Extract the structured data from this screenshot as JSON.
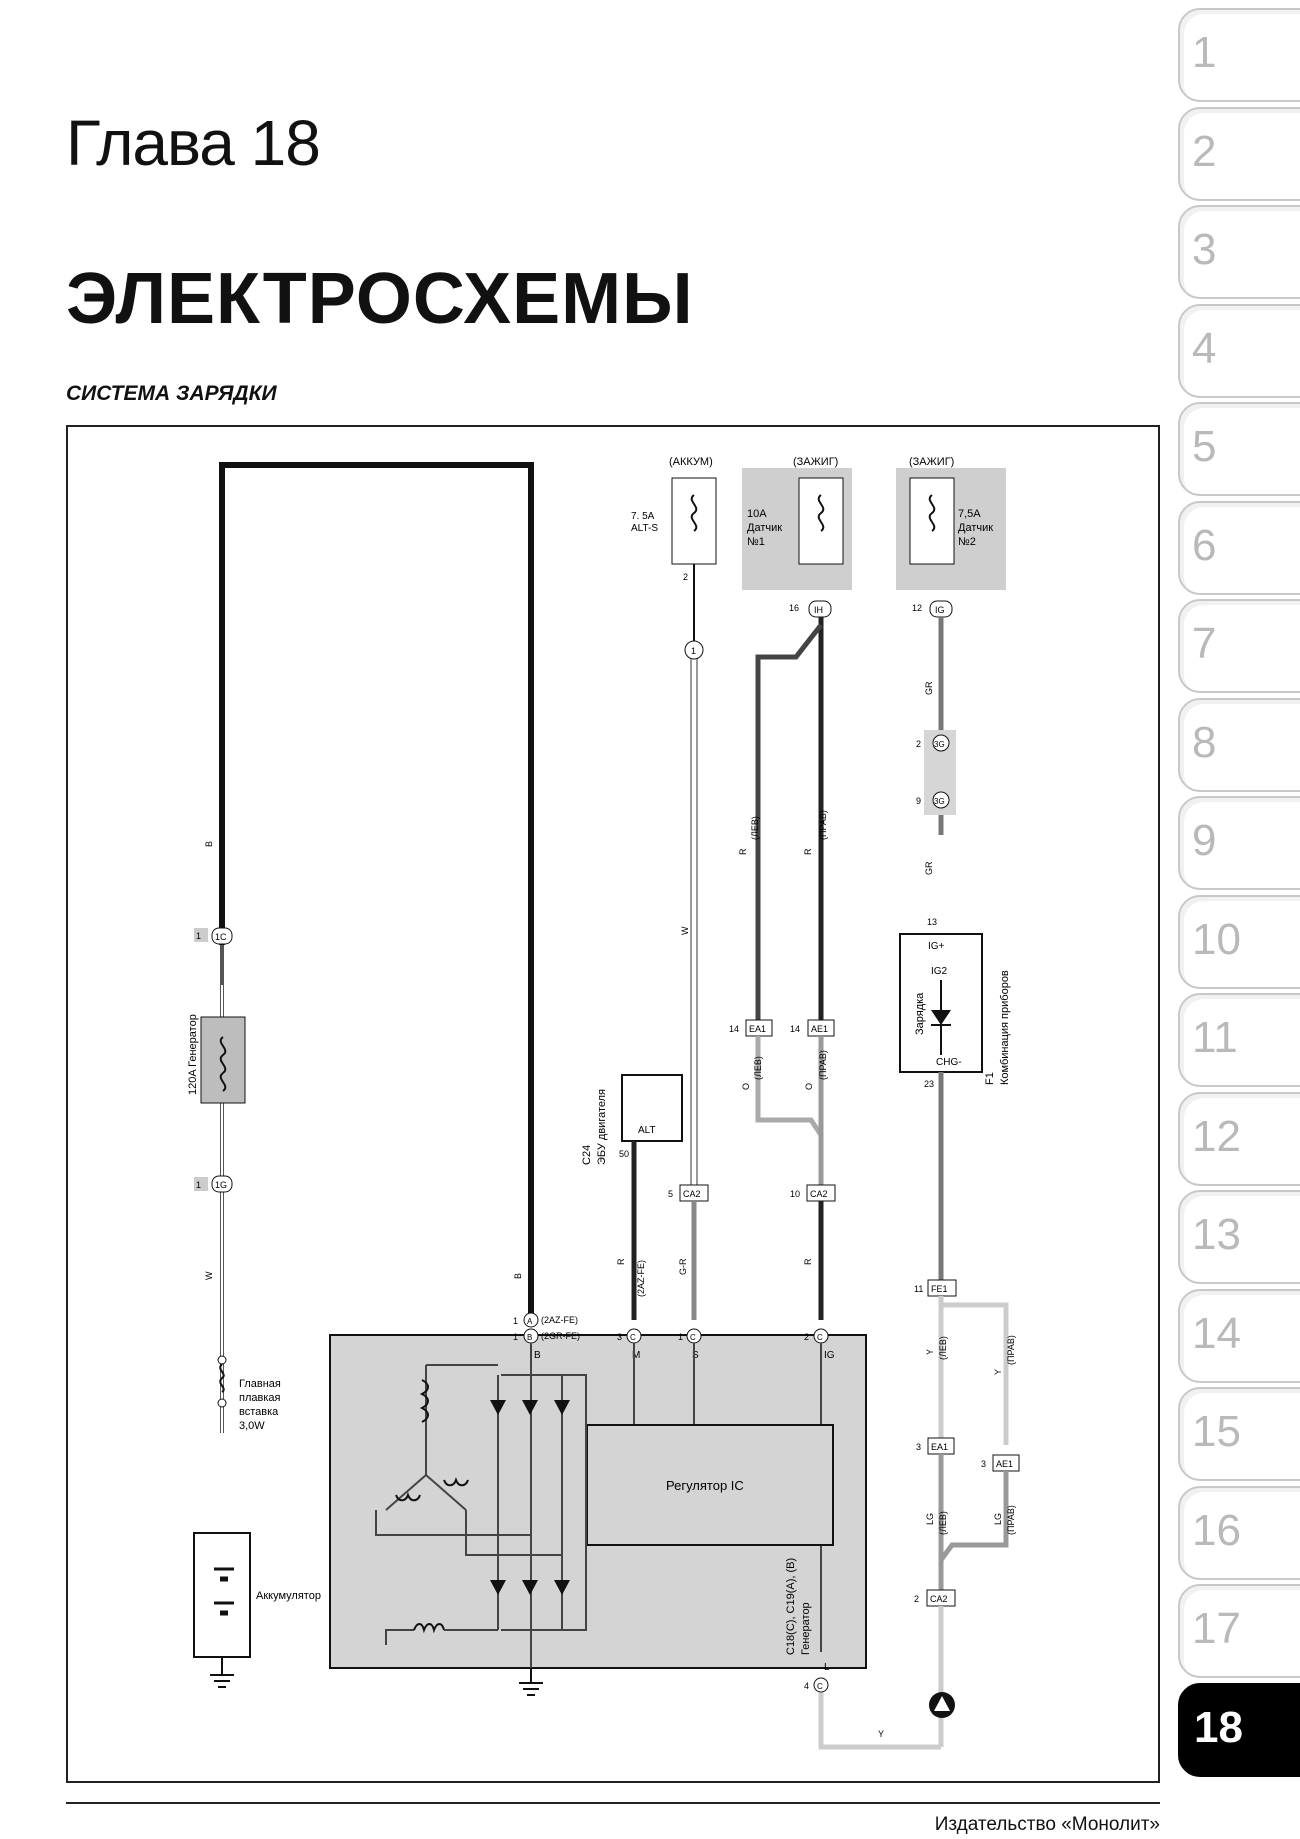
{
  "page": {
    "chapter": "Глава 18",
    "title": "ЭЛЕКТРОСХЕМЫ",
    "section": "СИСТЕМА ЗАРЯДКИ",
    "publisher": "Издательство «Монолит»"
  },
  "tabs": [
    "1",
    "2",
    "3",
    "4",
    "5",
    "6",
    "7",
    "8",
    "9",
    "10",
    "11",
    "12",
    "13",
    "14",
    "15",
    "16",
    "17",
    "18"
  ],
  "active_tab": "18",
  "diagram": {
    "fuse_headers": {
      "akkum": "(АККУМ)",
      "zazhig1": "(ЗАЖИГ)",
      "zazhig2": "(ЗАЖИГ)"
    },
    "fuse_alt": {
      "rating": "7. 5A",
      "name": "ALT-S",
      "pin": "2"
    },
    "fuse_gauge1": {
      "l1": "10A",
      "l2": "Датчик",
      "l3": "№1",
      "pin": "16",
      "conn": "IH"
    },
    "fuse_gauge2": {
      "l1": "7,5A",
      "l2": "Датчик",
      "l3": "№2",
      "pin": "12",
      "conn": "IG"
    },
    "generator_fuse": "120A Генератор",
    "fusible_link": {
      "l1": "Главная",
      "l2": "плавкая",
      "l3": "вставка",
      "l4": "3,0W"
    },
    "battery": "Аккумулятор",
    "ecu": {
      "code": "C24",
      "name": "ЭБУ двигателя",
      "term": "ALT",
      "pin": "50"
    },
    "combo": {
      "code": "F1",
      "name": "Комбинация приборов",
      "ig_plus": "IG+",
      "ig2": "IG2",
      "charge": "Зарядка",
      "chg": "CHG-",
      "pin_top": "13",
      "pin_bot": "23"
    },
    "regulator": "Регулятор IC",
    "generator": {
      "l1": "C18(C), C19(A), (B)",
      "l2": "Генератор"
    },
    "terminals": {
      "b": "B",
      "m": "M",
      "s": "S",
      "ig": "IG",
      "l": "L"
    },
    "engines": {
      "a": "(2AZ-FE)",
      "b": "(2GR-FE)",
      "ecu_r": "(2AZ-FE)"
    },
    "connectors": {
      "c1c": "1C",
      "c1g": "1G",
      "one": "1",
      "ea1": "EA1",
      "ae1": "AE1",
      "ca2": "CA2",
      "fe1": "FE1",
      "conn3g": "3G",
      "a": "A",
      "b": "B",
      "c": "C"
    },
    "pins": {
      "p1": "1",
      "p2": "2",
      "p3": "3",
      "p4": "4",
      "p5": "5",
      "p9": "9",
      "p10": "10",
      "p11": "11",
      "p14": "14"
    },
    "wires": {
      "b": "B",
      "w": "W",
      "r": "R",
      "o": "O",
      "gr": "GR",
      "gr2": "G-R",
      "y": "Y",
      "lg": "LG"
    },
    "sides": {
      "lev": "(ЛЕВ)",
      "prav": "(ПРАВ)"
    }
  }
}
